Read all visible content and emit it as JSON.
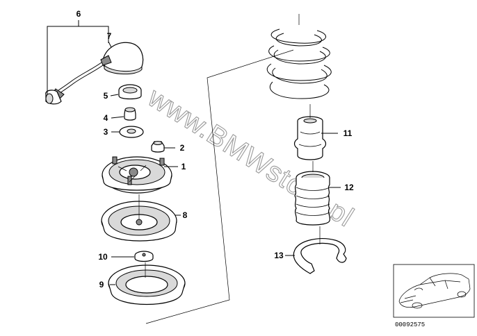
{
  "labels": {
    "l1": "1",
    "l2": "2",
    "l3": "3",
    "l4": "4",
    "l5": "5",
    "l6": "6",
    "l7": "7",
    "l8": "8",
    "l9": "9",
    "l10": "10",
    "l11": "11",
    "l12": "12",
    "l13": "13"
  },
  "watermark": "www.BMWstore.pl",
  "reference_number": "00092575"
}
